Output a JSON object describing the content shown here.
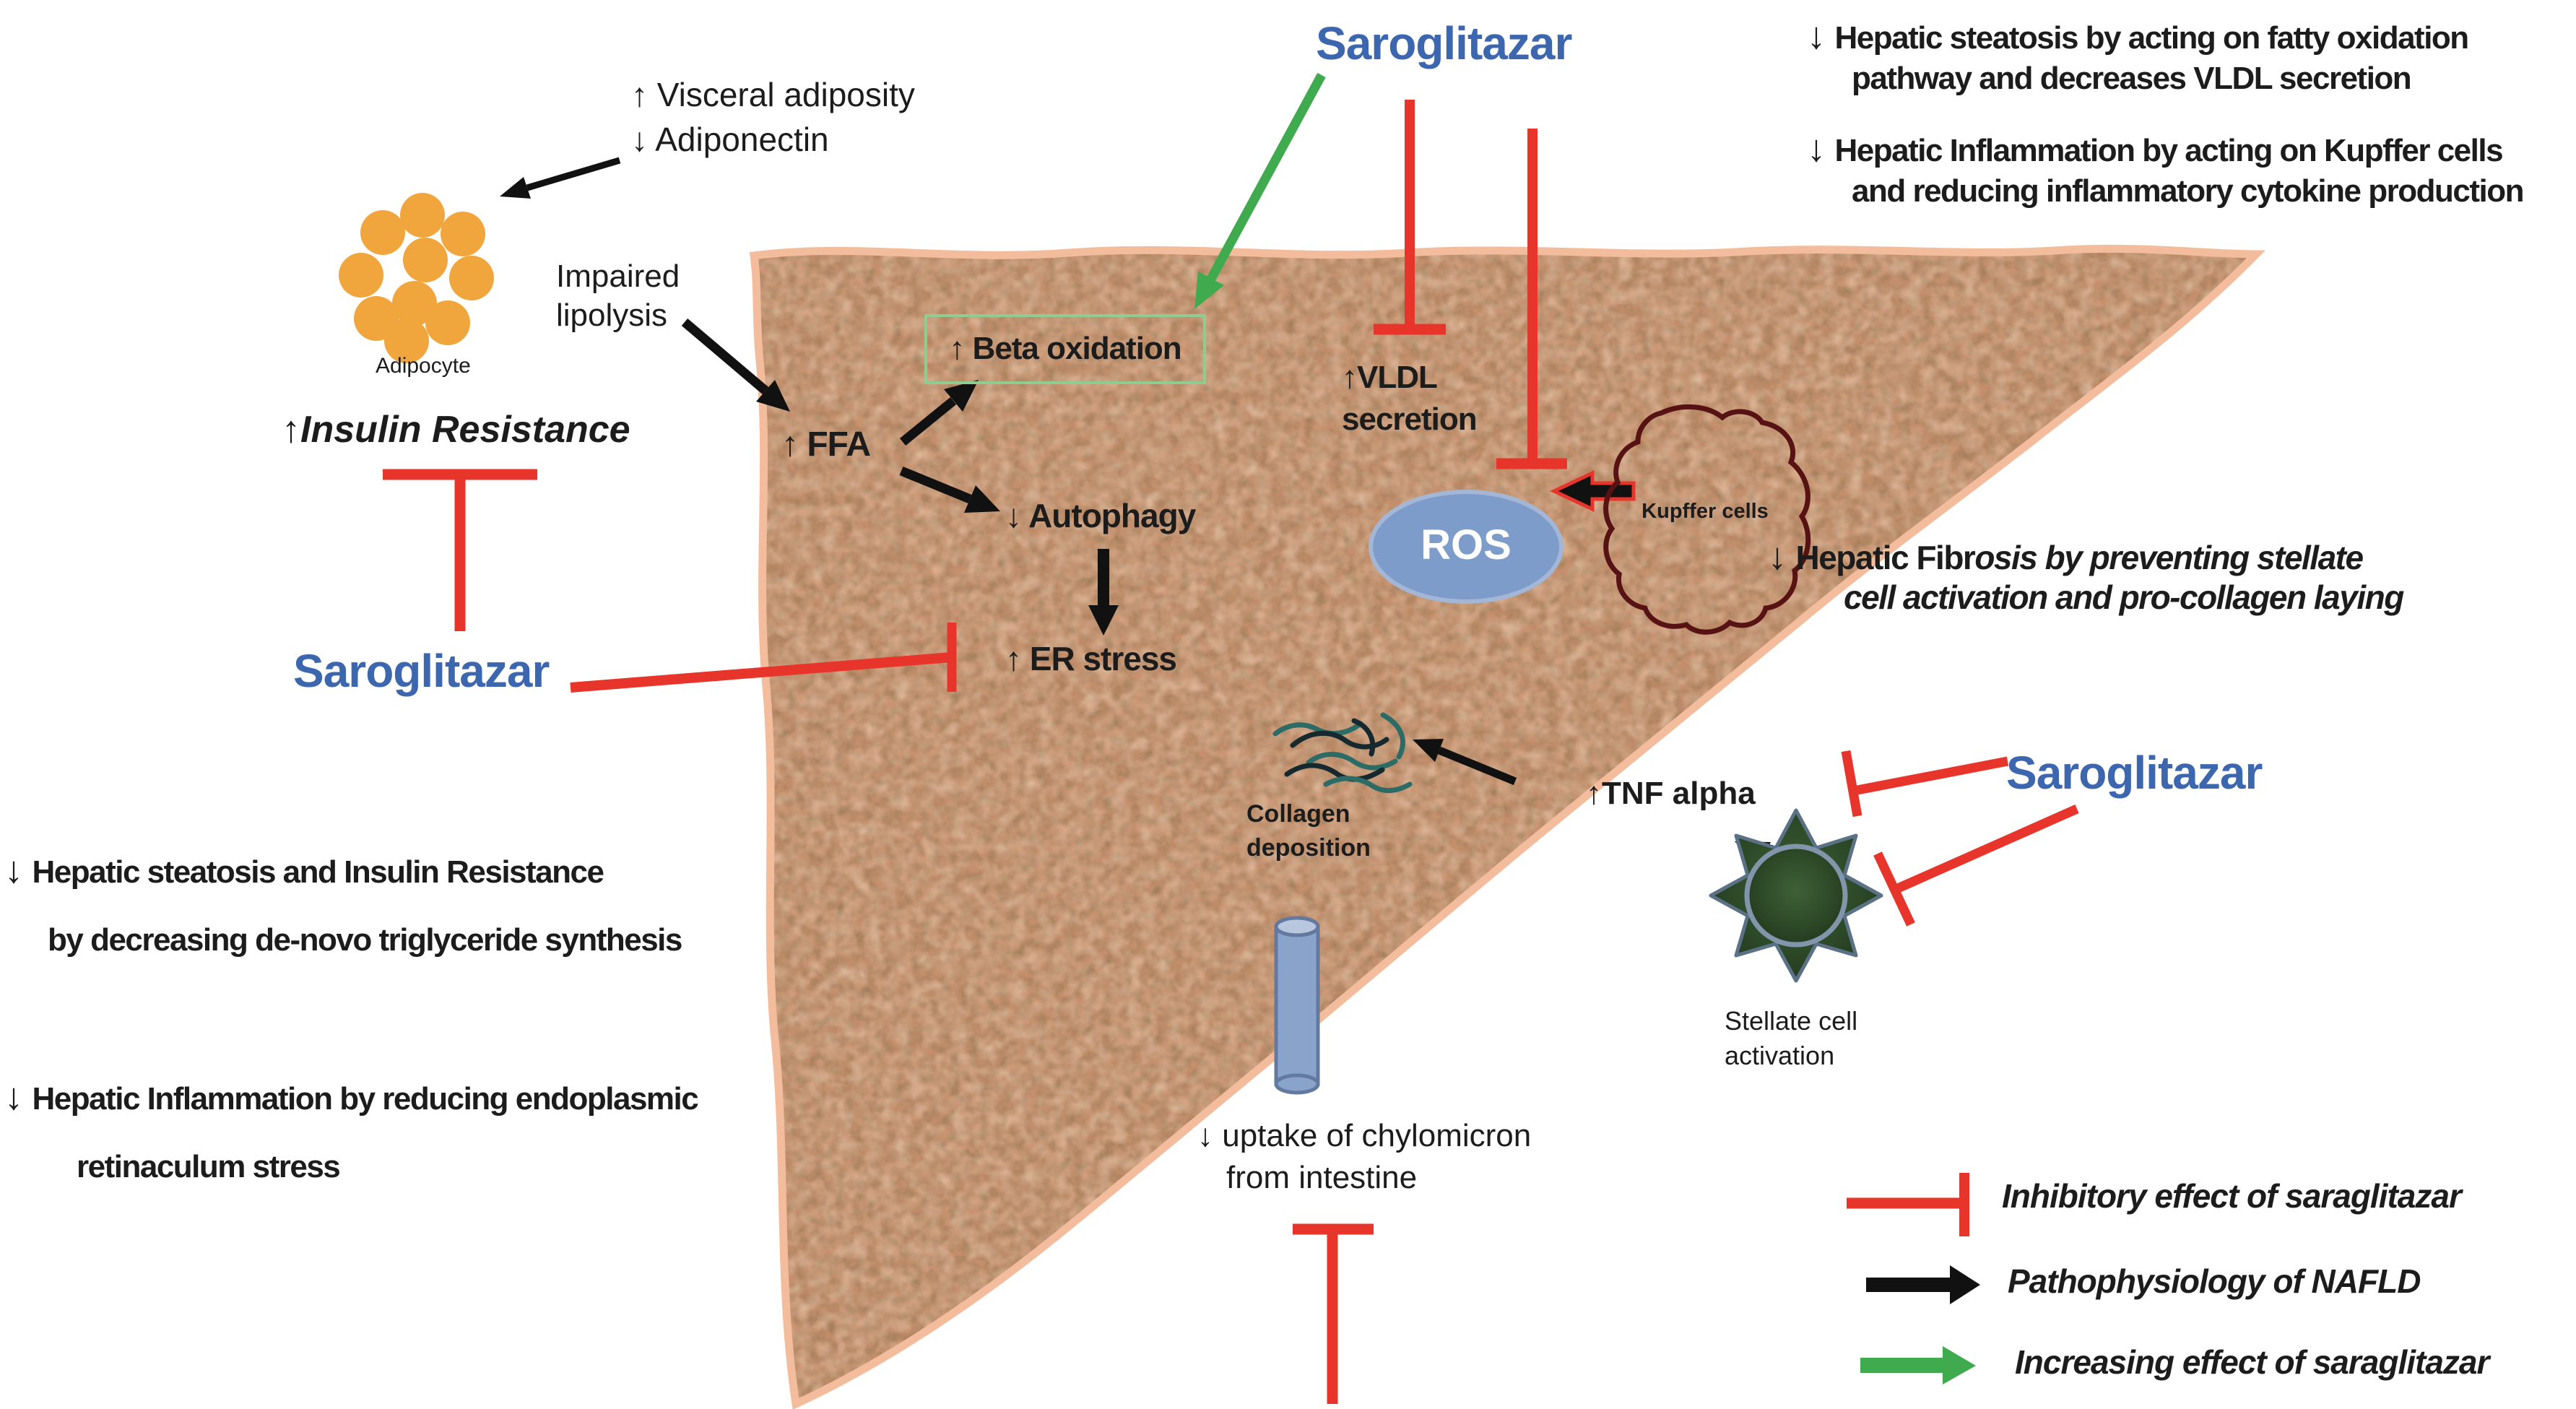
{
  "palette": {
    "inhibitor_red": "#e8352b",
    "increase_green": "#3faa4e",
    "drug_blue": "#3c66ae",
    "liver_base": "#c48f6c",
    "liver_border": "#f3bd9d",
    "adipocyte_orange": "#f0a63d",
    "ros_fill": "#7e9cc9",
    "cylinder_fill": "#8aa3cb",
    "kupffer_outline": "#571313",
    "stellate_outline": "#5a7186",
    "stellate_fill": "#2d4a28",
    "collagen_teal": "#2c6b66"
  },
  "drug_labels": {
    "top": "Saroglitazar",
    "left": "Saroglitazar",
    "right": "Saroglitazar"
  },
  "nodes": {
    "visceral_line1": "↑ Visceral adiposity",
    "visceral_line2": "↓ Adiponectin",
    "adipocyte": "Adipocyte",
    "impaired_line1": "Impaired",
    "impaired_line2": "lipolysis",
    "insulin_resistance": "↑Insulin Resistance",
    "ffa": "↑ FFA",
    "beta_oxidation": "↑ Beta oxidation",
    "autophagy": "↓ Autophagy",
    "er_stress": "↑ ER stress",
    "vldl_line1": "↑VLDL",
    "vldl_line2": "secretion",
    "ros": "ROS",
    "kupffer": "Kupffer cells",
    "tnf": "↑TNF alpha",
    "collagen_line1": "Collagen",
    "collagen_line2": "deposition",
    "stellate_line1": "Stellate cell",
    "stellate_line2": "activation",
    "chylomicron_line1": "↓ uptake of chylomicron",
    "chylomicron_line2": "from intestine"
  },
  "annotations": {
    "top_right_1": {
      "marker": "↓",
      "line1": "Hepatic steatosis  by acting on fatty oxidation",
      "line2": "pathway and decreases VLDL secretion"
    },
    "top_right_2": {
      "marker": "↓",
      "line1": "Hepatic Inflammation  by acting on Kupffer cells",
      "line2": "and reducing inflammatory cytokine production"
    },
    "mid_right": {
      "marker": "↓",
      "line1_upright": "Hepatic Fibr",
      "line1_italic": "osis by preventing stellate",
      "line2": "cell activation and pro-collagen laying"
    },
    "left_1": {
      "marker": "↓",
      "line1": "Hepatic steatosis and Insulin Resistance",
      "line2": "by decreasing de-novo triglyceride synthesis"
    },
    "left_2": {
      "marker": "↓",
      "line1": "Hepatic Inflammation by reducing endoplasmic",
      "line2": "retinaculum stress"
    }
  },
  "legend": {
    "inhibitory": "Inhibitory effect of saraglitazar",
    "pathophysiology": "Pathophysiology of NAFLD",
    "increasing": "Increasing effect of saraglitazar"
  }
}
